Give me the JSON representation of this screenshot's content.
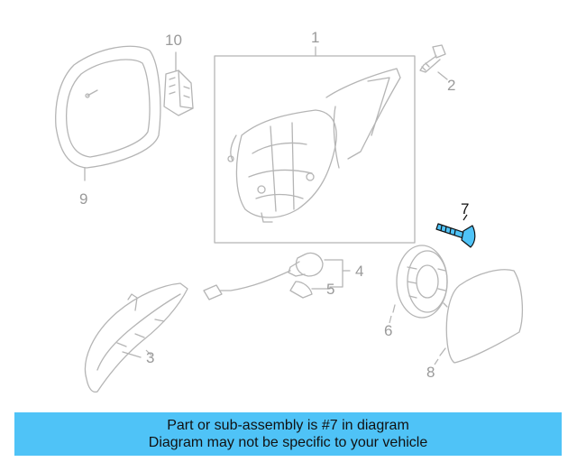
{
  "diagram": {
    "callouts": [
      {
        "id": "c1",
        "label": "1"
      },
      {
        "id": "c2",
        "label": "2"
      },
      {
        "id": "c3",
        "label": "3"
      },
      {
        "id": "c4",
        "label": "4"
      },
      {
        "id": "c5",
        "label": "5"
      },
      {
        "id": "c6",
        "label": "6"
      },
      {
        "id": "c7",
        "label": "7"
      },
      {
        "id": "c8",
        "label": "8"
      },
      {
        "id": "c9",
        "label": "9"
      },
      {
        "id": "c10",
        "label": "10"
      }
    ],
    "highlighted_part": "7",
    "highlight_color": "#4fc3f7",
    "line_color": "#b5b5b5"
  },
  "banner": {
    "line1": "Part or sub-assembly is #7 in diagram",
    "line2": "Diagram may not be specific to your vehicle",
    "background": "#4fc3f7"
  }
}
